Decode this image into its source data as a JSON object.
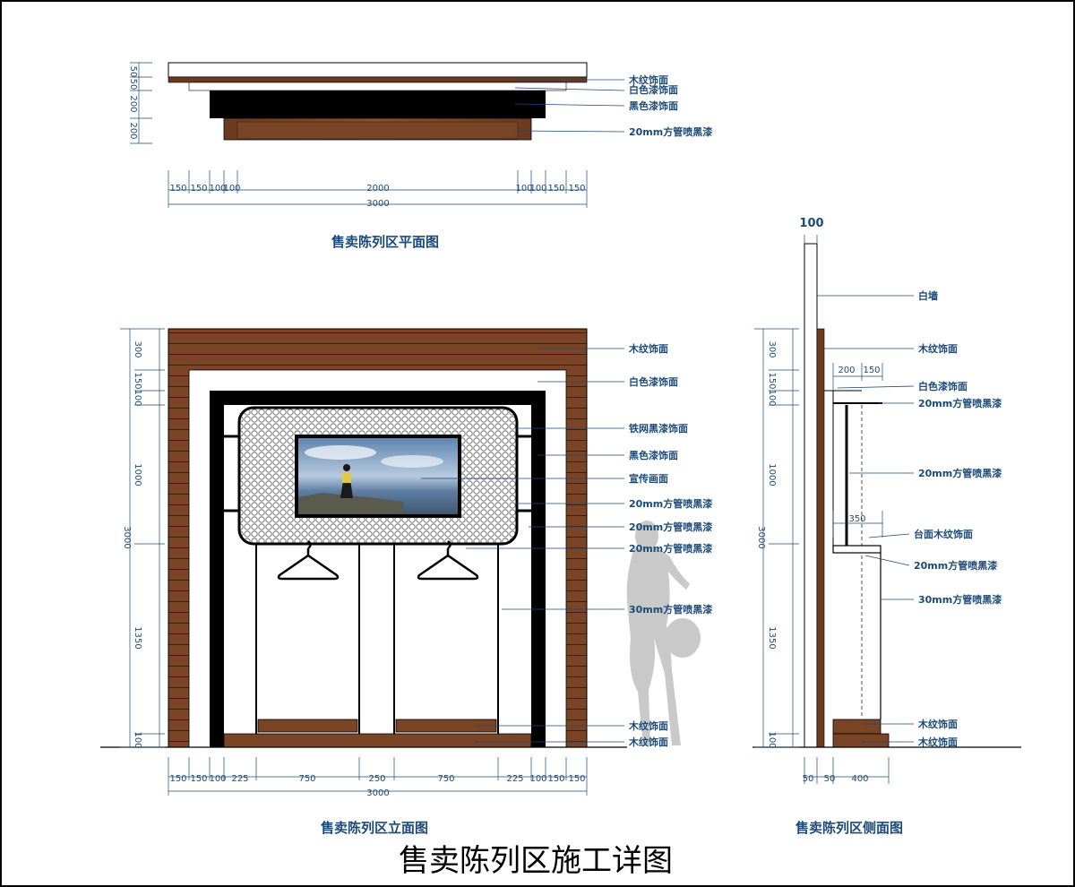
{
  "main_title": "售卖陈列区施工详图",
  "plan": {
    "title": "售卖陈列区平面图",
    "labels": [
      "木纹饰面",
      "白色漆饰面",
      "黑色漆饰面",
      "20mm方管喷黑漆"
    ],
    "dims_h": [
      "150",
      "150",
      "100",
      "100",
      "2000",
      "100",
      "100",
      "150",
      "150"
    ],
    "dim_total": "3000",
    "dims_v": [
      "50",
      "50",
      "200",
      "200"
    ]
  },
  "elev": {
    "title": "售卖陈列区立面图",
    "labels": [
      "木纹饰面",
      "白色漆饰面",
      "铁网黑漆饰面",
      "黑色漆饰面",
      "宣传画面",
      "20mm方管喷黑漆",
      "20mm方管喷黑漆",
      "20mm方管喷黑漆",
      "30mm方管喷黑漆",
      "木纹饰面",
      "木纹饰面"
    ],
    "dims_h": [
      "150",
      "150",
      "100",
      "225",
      "750",
      "250",
      "750",
      "225",
      "100",
      "150",
      "150"
    ],
    "dim_total": "3000",
    "dims_v": [
      "300",
      "150",
      "100",
      "1000",
      "1350",
      "100"
    ],
    "dim_v_total": "3000"
  },
  "side": {
    "title": "售卖陈列区侧面图",
    "top_dim": "100",
    "labels": [
      "白墙",
      "木纹饰面",
      "白色漆饰面",
      "20mm方管喷黑漆",
      "20mm方管喷黑漆",
      "台面木纹饰面",
      "20mm方管喷黑漆",
      "30mm方管喷黑漆",
      "木纹饰面",
      "木纹饰面"
    ],
    "dims_top": [
      "200",
      "150"
    ],
    "dim_mid": "350",
    "dims_bottom": [
      "50",
      "50",
      "400"
    ],
    "dims_v": [
      "300",
      "150",
      "100",
      "1000",
      "1350",
      "100"
    ],
    "dim_v_total": "3000"
  }
}
